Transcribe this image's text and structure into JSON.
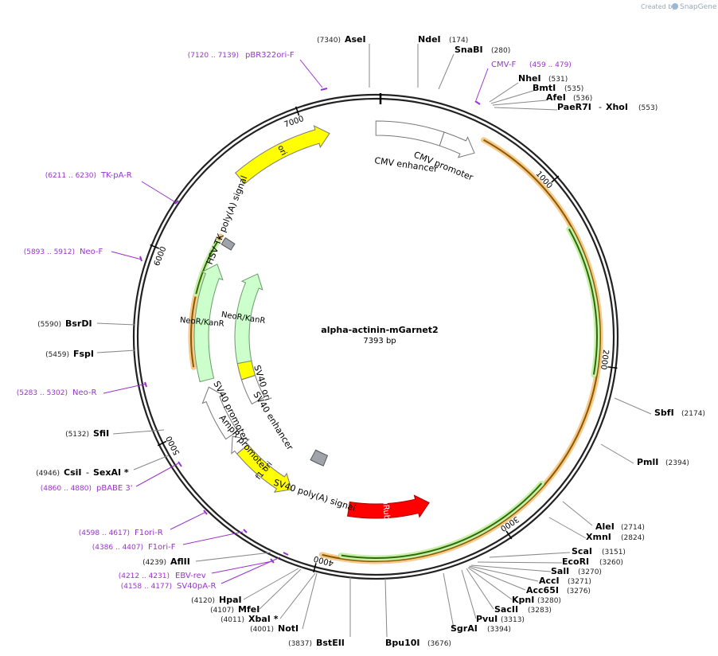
{
  "header": {
    "credit_text": "Created by",
    "brand": "SnapGene"
  },
  "plasmid": {
    "name": "alpha-actinin-mGarnet2",
    "length_label": "7393 bp",
    "length": 7393
  },
  "colors": {
    "primer": "#9933cc",
    "ori": "#ffff00",
    "mruby": "#ff0000",
    "kanr": "#ccffcc",
    "orf_gold": "#e8a33a",
    "orf_green": "#3a8a0a",
    "terminator": "#999999"
  },
  "tick_labels": [
    {
      "text": "1000",
      "bp": 1000
    },
    {
      "text": "2000",
      "bp": 2000
    },
    {
      "text": "3000",
      "bp": 3000
    },
    {
      "text": "4000",
      "bp": 4000
    },
    {
      "text": "5000",
      "bp": 5000
    },
    {
      "text": "6000",
      "bp": 6000
    },
    {
      "text": "7000",
      "bp": 7000
    }
  ],
  "features": [
    {
      "label": "ori",
      "start": 6560,
      "end": 7130,
      "dir": 1,
      "kind": "yellow"
    },
    {
      "label": "CMV enhancer",
      "start": 1,
      "end": 380,
      "dir": 0,
      "kind": "white"
    },
    {
      "label": "CMV promoter",
      "start": 380,
      "end": 580,
      "dir": 1,
      "kind": "white"
    },
    {
      "label": "mRuby",
      "start": 3330,
      "end": 3880,
      "dir": -1,
      "kind": "red"
    },
    {
      "label": "f1 ori",
      "start": 4290,
      "end": 4720,
      "dir": -1,
      "kind": "yellow"
    },
    {
      "label": "AmpR promoter",
      "start": 4720,
      "end": 4830,
      "dir": 1,
      "kind": "white"
    },
    {
      "label": "SV40 promoter",
      "start": 4840,
      "end": 5200,
      "dir": 1,
      "kind": "white"
    },
    {
      "label": "NeoR/KanR",
      "start": 5250,
      "end": 6050,
      "dir": 1,
      "kind": "green"
    },
    {
      "label": "HSV TK poly(A) signal",
      "start": 6180,
      "end": 6230,
      "dir": 0,
      "kind": "gray"
    },
    {
      "label": "SV40 ori",
      "start": 5180,
      "end": 5320,
      "dir": 0,
      "kind": "yellow"
    },
    {
      "label": "SV40 enhancer",
      "start": 4960,
      "end": 5180,
      "dir": 0,
      "kind": "white"
    },
    {
      "label": "NeoR/KanR",
      "start": 5320,
      "end": 6120,
      "dir": 1,
      "kind": "green"
    },
    {
      "label": "SV40 poly(A) signal",
      "start": 4150,
      "end": 4270,
      "dir": 0,
      "kind": "gray"
    }
  ],
  "orfs": [
    {
      "start": 590,
      "end": 3980,
      "dir": 1,
      "color": "gold"
    },
    {
      "start": 1250,
      "end": 2050,
      "dir": 1,
      "color": "green"
    },
    {
      "start": 2700,
      "end": 3880,
      "dir": 1,
      "color": "green"
    },
    {
      "start": 5350,
      "end": 6220,
      "dir": 1,
      "color": "gold"
    },
    {
      "start": 5820,
      "end": 6180,
      "dir": 1,
      "color": "green"
    }
  ],
  "enzymes": [
    {
      "name": "AseI",
      "pos": "(7340)",
      "side": "left"
    },
    {
      "name": "NdeI",
      "pos": "(174)",
      "side": "right"
    },
    {
      "name": "SnaBI",
      "pos": "(280)",
      "side": "right"
    },
    {
      "name": "NheI",
      "pos": "(531)",
      "side": "right"
    },
    {
      "name": "BmtI",
      "pos": "(535)",
      "side": "right"
    },
    {
      "name": "AfeI",
      "pos": "(536)",
      "side": "right"
    },
    {
      "name": "PaeR7I",
      "extra": "XhoI",
      "pos": "(553)",
      "side": "right"
    },
    {
      "name": "SbfI",
      "pos": "(2174)",
      "side": "right"
    },
    {
      "name": "PmlI",
      "pos": "(2394)",
      "side": "right"
    },
    {
      "name": "AleI",
      "pos": "(2714)",
      "side": "right"
    },
    {
      "name": "XmnI",
      "pos": "(2824)",
      "side": "right"
    },
    {
      "name": "ScaI",
      "pos": "(3151)",
      "side": "right"
    },
    {
      "name": "EcoRI",
      "pos": "(3260)",
      "side": "right"
    },
    {
      "name": "SalI",
      "pos": "(3270)",
      "side": "right"
    },
    {
      "name": "AccI",
      "pos": "(3271)",
      "side": "right"
    },
    {
      "name": "Acc65I",
      "pos": "(3276)",
      "side": "right"
    },
    {
      "name": "KpnI",
      "pos": "(3280)",
      "side": "right"
    },
    {
      "name": "SacII",
      "pos": "(3283)",
      "side": "right"
    },
    {
      "name": "PvuI",
      "pos": "(3313)",
      "side": "right"
    },
    {
      "name": "SgrAI",
      "pos": "(3394)",
      "side": "right"
    },
    {
      "name": "Bpu10I",
      "pos": "(3676)",
      "side": "right"
    },
    {
      "name": "BstEII",
      "pos": "(3837)",
      "side": "left"
    },
    {
      "name": "NotI",
      "pos": "(4001)",
      "side": "left"
    },
    {
      "name": "XbaI *",
      "pos": "(4011)",
      "side": "left"
    },
    {
      "name": "MfeI",
      "pos": "(4107)",
      "side": "left"
    },
    {
      "name": "HpaI",
      "pos": "(4120)",
      "side": "left"
    },
    {
      "name": "AflII",
      "pos": "(4239)",
      "side": "left"
    },
    {
      "name": "CsiI",
      "extra": "SexAI *",
      "pos": "(4946)",
      "side": "left"
    },
    {
      "name": "SfiI",
      "pos": "(5132)",
      "side": "left"
    },
    {
      "name": "FspI",
      "pos": "(5459)",
      "side": "left"
    },
    {
      "name": "BsrDI",
      "pos": "(5590)",
      "side": "left"
    }
  ],
  "primers": [
    {
      "name": "pBR322ori-F",
      "coords": "(7120 .. 7139)",
      "side": "left"
    },
    {
      "name": "CMV-F",
      "coords": "(459 .. 479)",
      "side": "right"
    },
    {
      "name": "TK-pA-R",
      "coords": "(6211 .. 6230)",
      "side": "left"
    },
    {
      "name": "Neo-F",
      "coords": "(5893 .. 5912)",
      "side": "left"
    },
    {
      "name": "Neo-R",
      "coords": "(5283 .. 5302)",
      "side": "left"
    },
    {
      "name": "pBABE 3'",
      "coords": "(4860 .. 4880)",
      "side": "left"
    },
    {
      "name": "F1ori-R",
      "coords": "(4598 .. 4617)",
      "side": "left"
    },
    {
      "name": "F1ori-F",
      "coords": "(4386 .. 4407)",
      "side": "left"
    },
    {
      "name": "EBV-rev",
      "coords": "(4212 .. 4231)",
      "side": "left"
    },
    {
      "name": "SV40pA-R",
      "coords": "(4158 .. 4177)",
      "side": "left"
    }
  ]
}
